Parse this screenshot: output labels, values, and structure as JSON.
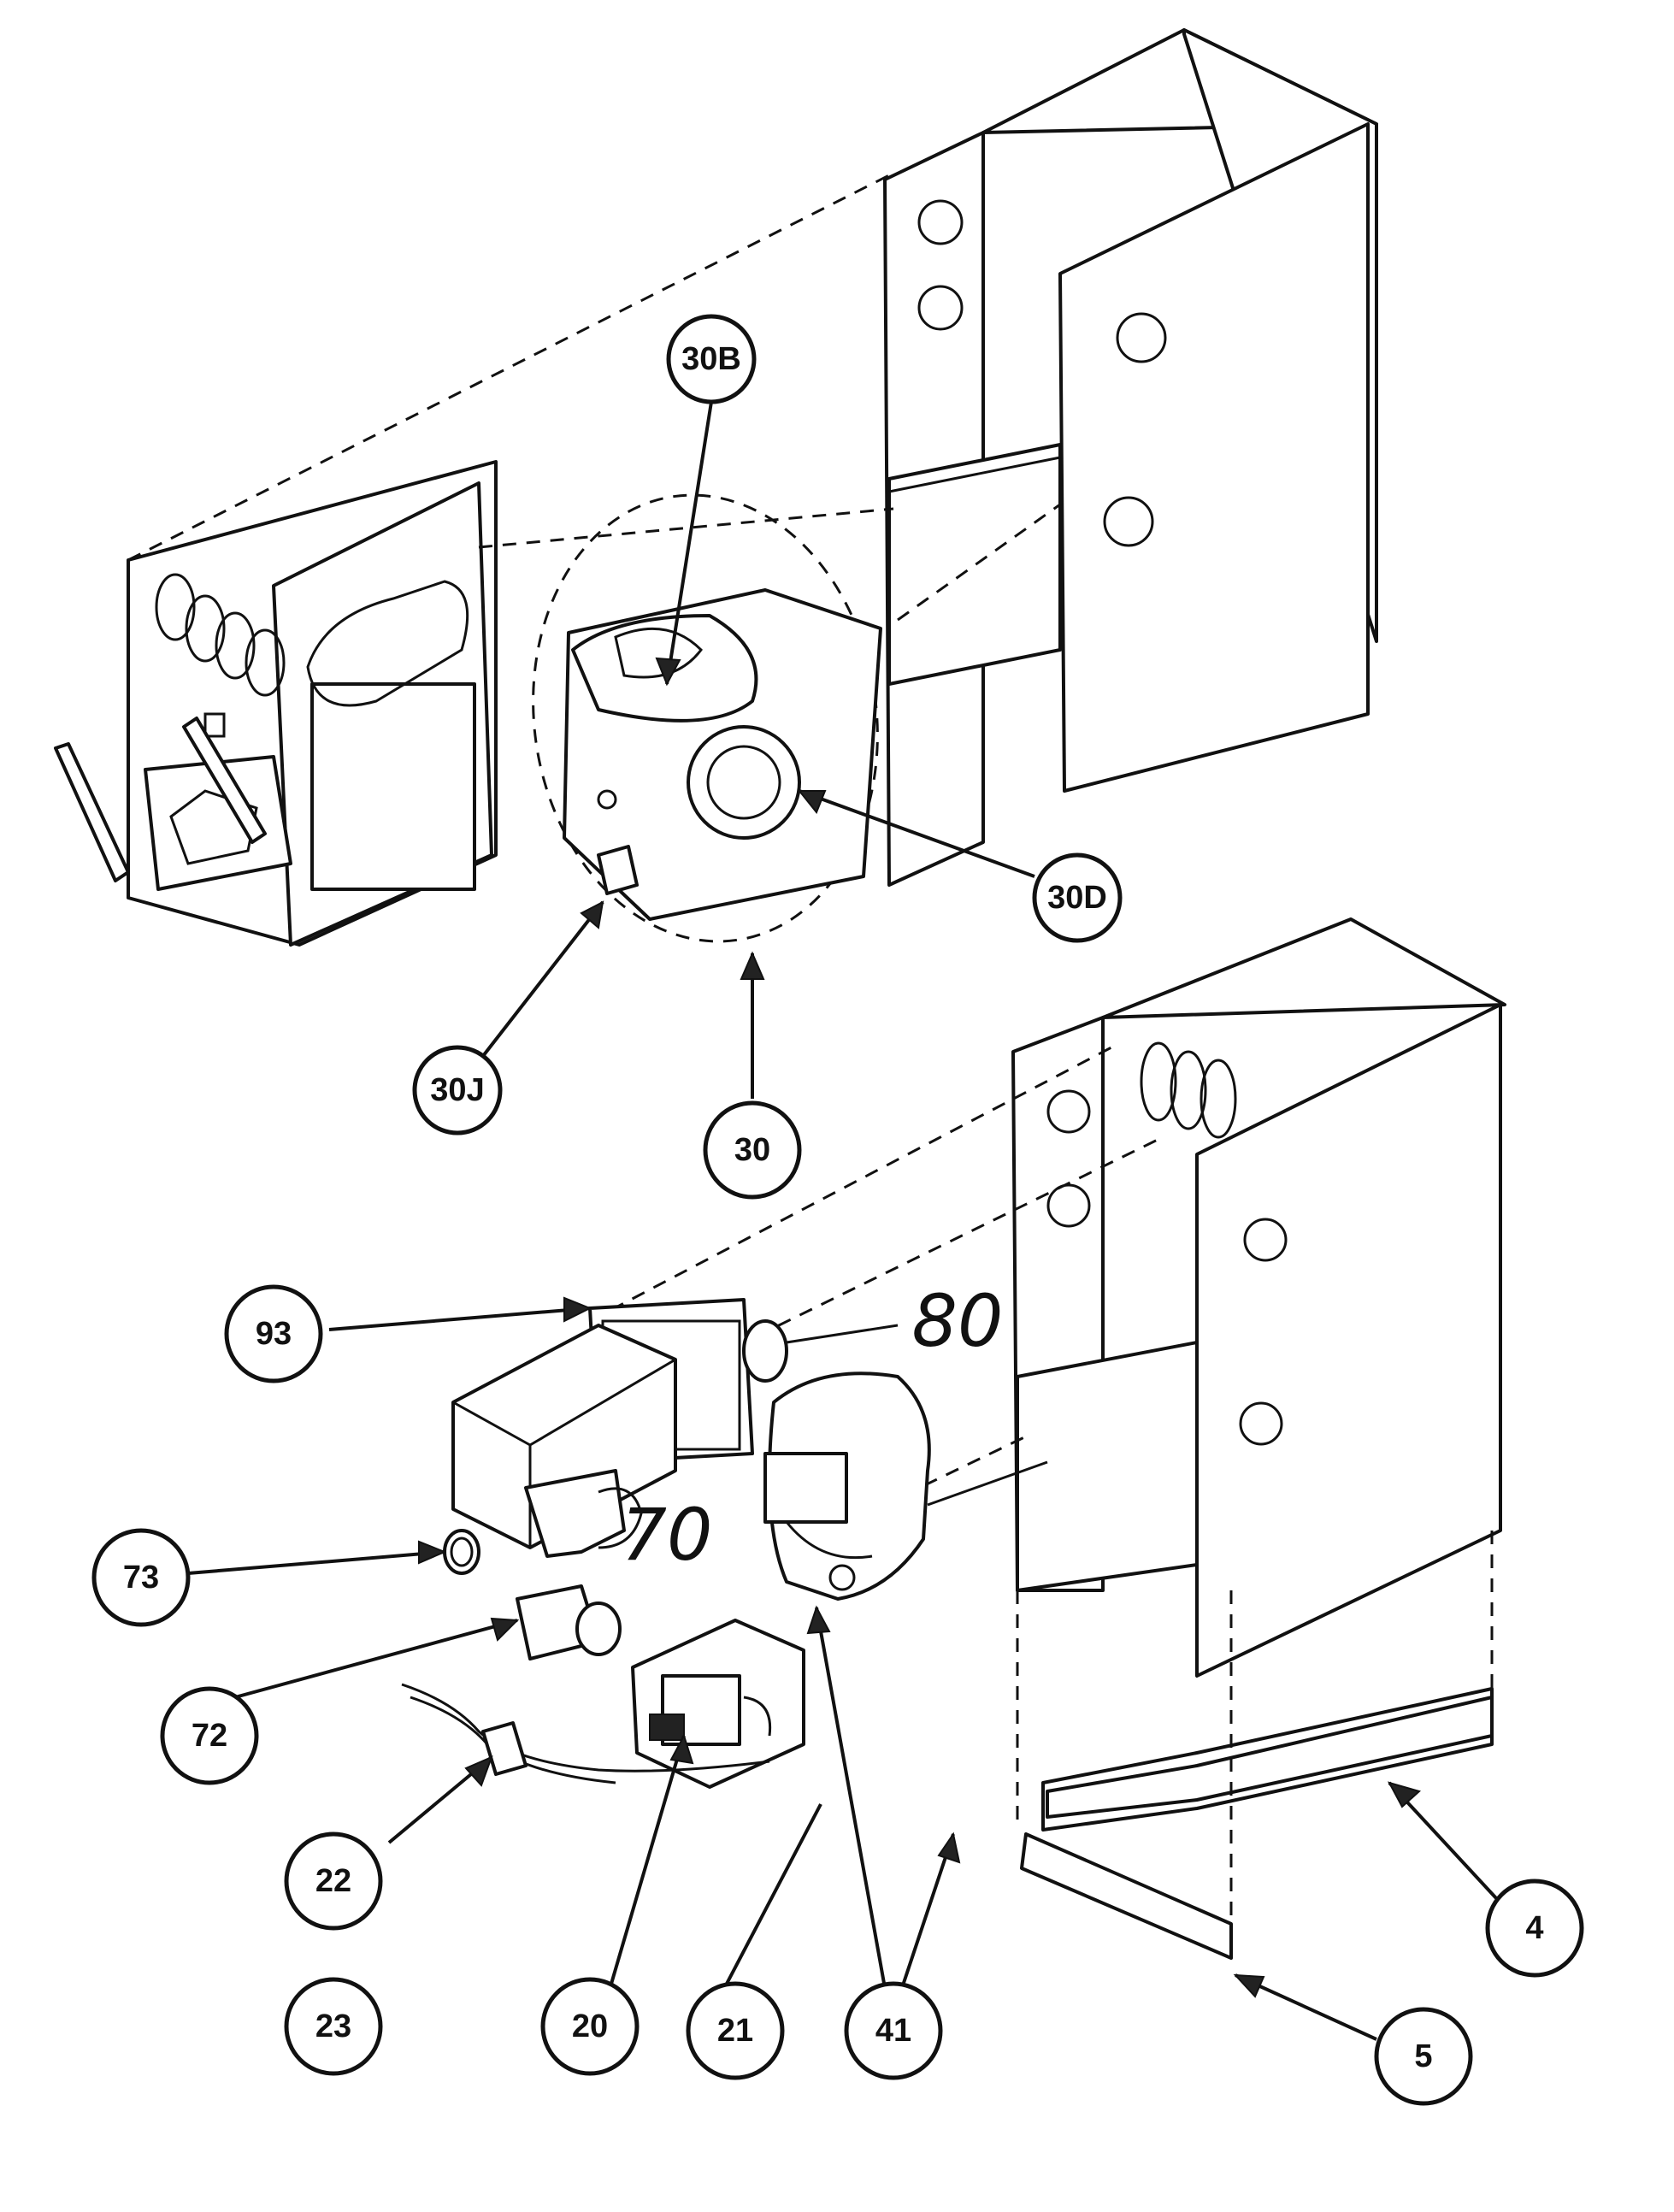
{
  "diagram": {
    "callouts": [
      {
        "id": "30B",
        "label": "30B"
      },
      {
        "id": "30D",
        "label": "30D"
      },
      {
        "id": "30J",
        "label": "30J"
      },
      {
        "id": "30",
        "label": "30"
      },
      {
        "id": "93",
        "label": "93"
      },
      {
        "id": "73",
        "label": "73"
      },
      {
        "id": "72",
        "label": "72"
      },
      {
        "id": "22",
        "label": "22"
      },
      {
        "id": "23",
        "label": "23"
      },
      {
        "id": "20",
        "label": "20"
      },
      {
        "id": "21",
        "label": "21"
      },
      {
        "id": "41",
        "label": "41"
      },
      {
        "id": "5",
        "label": "5"
      },
      {
        "id": "4",
        "label": "4"
      }
    ],
    "handwritten": [
      {
        "id": "80",
        "label": "80"
      },
      {
        "id": "70",
        "label": "70"
      }
    ],
    "line_color": "#111111",
    "background": "#ffffff"
  }
}
